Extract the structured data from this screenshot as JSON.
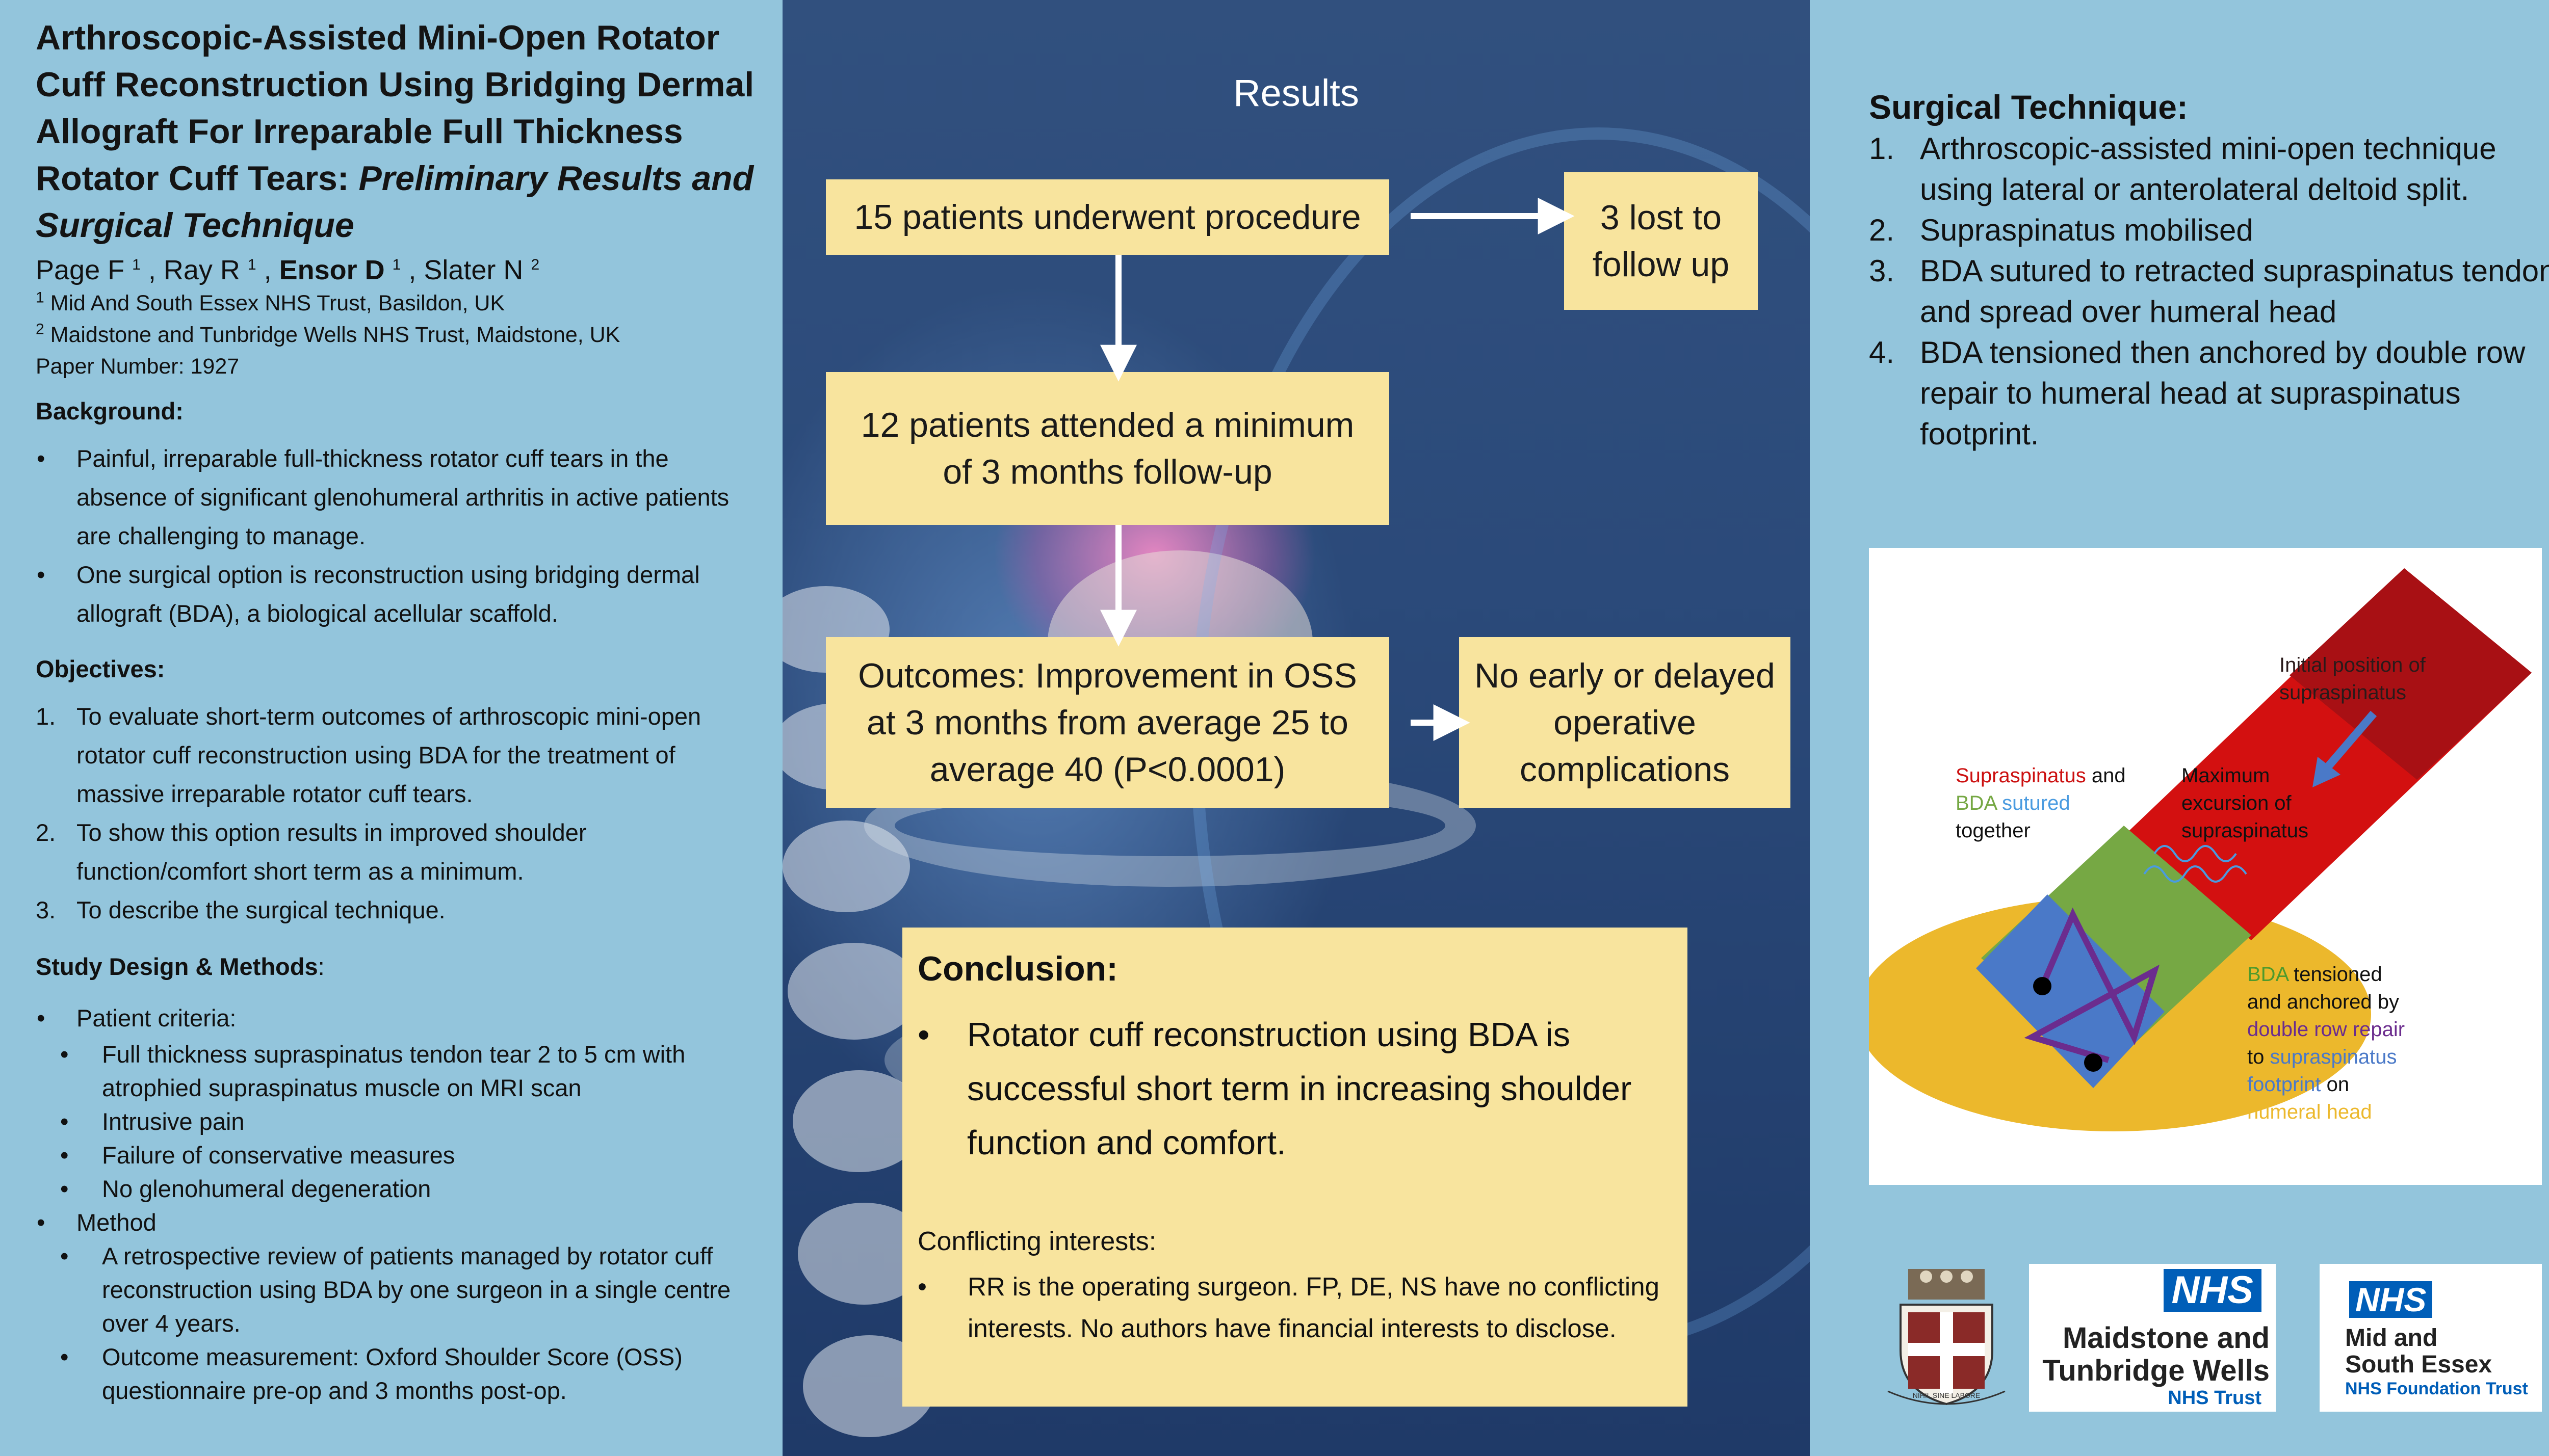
{
  "title": {
    "main": "Arthroscopic-Assisted Mini-Open Rotator Cuff Reconstruction Using Bridging Dermal Allograft For Irreparable Full Thickness Rotator Cuff Tears:",
    "italic": "Preliminary Results and Surgical Technique"
  },
  "authors": {
    "a1": "Page F",
    "a2": "Ray R",
    "a3": "Ensor D",
    "a4": "Slater N",
    "s1": "1",
    "s2": "1",
    "s3": "1",
    "s4": "2",
    "aff1_num": "1",
    "aff1": "Mid And South Essex NHS Trust, Basildon, UK",
    "aff2_num": "2",
    "aff2": "Maidstone and Tunbridge Wells NHS Trust, Maidstone, UK",
    "paper": "Paper Number: 1927"
  },
  "background": {
    "heading": "Background:",
    "items": [
      "Painful, irreparable full-thickness rotator cuff tears in the absence of significant glenohumeral arthritis in active patients are challenging to manage.",
      "One surgical option is reconstruction using bridging dermal allograft (BDA), a biological acellular scaffold."
    ]
  },
  "objectives": {
    "heading": "Objectives:",
    "items": [
      {
        "num": "1.",
        "text": "To evaluate short-term outcomes of arthroscopic mini-open rotator cuff reconstruction using BDA for the treatment of massive irreparable rotator cuff tears."
      },
      {
        "num": "2.",
        "text": "To show this option results in improved shoulder function/comfort short term as a minimum."
      },
      {
        "num": "3.",
        "text": "To describe the surgical technique."
      }
    ]
  },
  "methods": {
    "heading": "Study Design & Methods",
    "colon": ":",
    "criteria_label": "Patient criteria:",
    "criteria": [
      "Full thickness supraspinatus tendon tear 2 to 5 cm with atrophied supraspinatus muscle on MRI scan",
      "Intrusive pain",
      "Failure of conservative measures",
      "No glenohumeral degeneration"
    ],
    "method_label": "Method",
    "method": [
      "A retrospective review of patients managed by rotator cuff reconstruction using BDA by one surgeon in a single centre over 4 years.",
      "Outcome measurement: Oxford Shoulder Score (OSS) questionnaire pre-op and 3 months post-op."
    ]
  },
  "results": {
    "heading": "Results",
    "box1": "15 patients underwent procedure",
    "box_lost": "3 lost to follow up",
    "box2": "12 patients attended a minimum of 3 months follow-up",
    "box3": "Outcomes: Improvement in OSS at 3 months from average 25 to average 40 (P<0.0001)",
    "box_comp": "No early or delayed operative complications"
  },
  "conclusion": {
    "heading": "Conclusion:",
    "items": [
      "Rotator cuff reconstruction using BDA is successful short term in increasing shoulder function and comfort."
    ],
    "conflict_heading": "Conflicting interests:",
    "conflict_items": [
      "RR is the operating surgeon. FP, DE, NS have no conflicting interests. No authors have financial interests to disclose."
    ]
  },
  "technique": {
    "heading": "Surgical Technique:",
    "items": [
      {
        "num": "1.",
        "text": "Arthroscopic-assisted mini-open technique using lateral or anterolateral deltoid split."
      },
      {
        "num": "2.",
        "text": "Supraspinatus mobilised"
      },
      {
        "num": "3.",
        "text": "BDA sutured to retracted supraspinatus tendon and spread over humeral head"
      },
      {
        "num": "4.",
        "text": "BDA tensioned then anchored by double row repair to humeral head at supraspinatus footprint."
      }
    ]
  },
  "diagram": {
    "initial": "Initial position of supraspinatus",
    "maximum": "Maximum excursion of supraspinatus",
    "sutured_a": "Supraspinatus",
    "sutured_b": " and ",
    "sutured_c": "BDA",
    "sutured_d": " sutured",
    "sutured_e": "together",
    "anch_a": "BDA",
    "anch_b": " tensioned and anchored by ",
    "anch_c": "double row repair",
    "anch_d": " to ",
    "anch_e": "supraspinatus footprint",
    "anch_f": " on ",
    "anch_g": "humeral head",
    "colors": {
      "red": "#cc1010",
      "dark_red": "#a01010",
      "green": "#76a844",
      "blue": "#4a79c8",
      "yellow": "#ecb82c",
      "purple": "#6b2c8e",
      "light_blue_text": "#4a9be0"
    }
  },
  "logos": {
    "nhs": "NHS",
    "mtw1": "Maidstone and",
    "mtw2": "Tunbridge Wells",
    "mtw3": "NHS Trust",
    "mse1": "Mid and",
    "mse2": "South Essex",
    "mse3": "NHS Foundation Trust",
    "crest_motto": "NIHIL SINE LABORE"
  },
  "colors": {
    "panel_bg": "#93c5dc",
    "box_bg": "#f8e49e",
    "nhs_blue": "#005eb8"
  }
}
